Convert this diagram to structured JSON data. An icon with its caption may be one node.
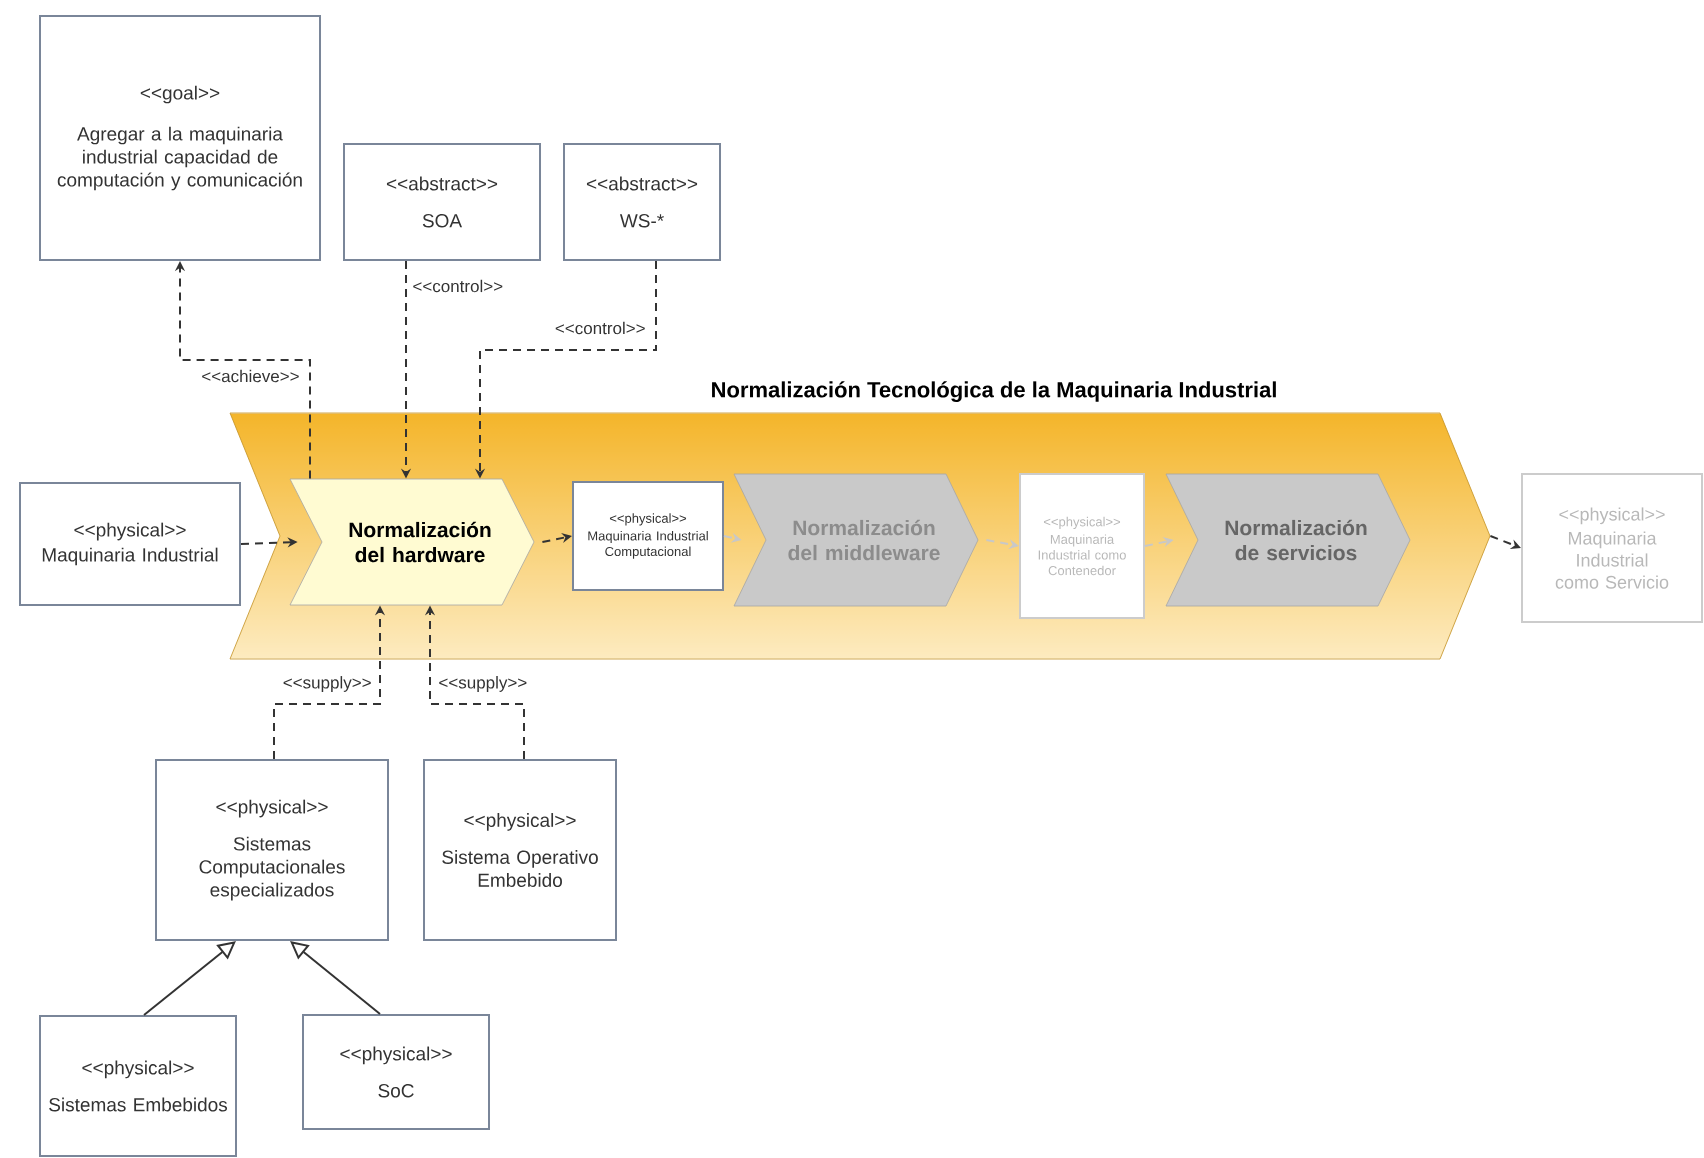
{
  "diagram": {
    "nodes": [
      {
        "text": [
          "<<goal>>",
          "Agregar a la maquinaria industrial capacidad de computación y comunicación"
        ]
      },
      {
        "text": [
          "<<abstract>>",
          "SOA"
        ]
      },
      {
        "text": [
          "<<abstract>>",
          "WS-*"
        ]
      },
      {
        "text": [
          "Normalización Tecnológica de la Maquinaria Industrial"
        ]
      },
      {
        "text": [
          "<<physical>>",
          "Maquinaria Industrial"
        ]
      },
      {
        "text": [
          "Normalización del hardware"
        ],
        "in": 3
      },
      {
        "text": [
          "<<physical>>",
          "Maquinaria Industrial Computacional"
        ],
        "in": 3
      },
      {
        "text": [
          "Normalización del middleware"
        ],
        "in": 3
      },
      {
        "text": [
          "<<physical>>",
          "Maquinaria Industrial como Contenedor"
        ],
        "in": 3
      },
      {
        "text": [
          "Normalización de servicios"
        ],
        "in": 3
      },
      {
        "text": [
          "<<physical>>",
          "Maquinaria Industrial como Servicio"
        ]
      },
      {
        "text": [
          "<<physical>>",
          "Sistemas Computacionales especializados"
        ]
      },
      {
        "text": [
          "<<physical>>",
          "Sistema Operativo Embebido"
        ]
      },
      {
        "text": [
          "<<physical>>",
          "Sistemas Embebidos"
        ]
      },
      {
        "text": [
          "<<physical>>",
          "SoC"
        ]
      }
    ],
    "edges": [
      {
        "from": 5,
        "to": 0,
        "arrow": "to",
        "label": "<<achieve>>",
        "style": "dashed"
      },
      {
        "from": 1,
        "to": 5,
        "arrow": "to",
        "label": "<<control>>",
        "style": "dashed"
      },
      {
        "from": 2,
        "to": 5,
        "arrow": "to",
        "label": "<<control>>",
        "style": "dashed"
      },
      {
        "from": 4,
        "to": 5,
        "arrow": "to",
        "style": "dashed"
      },
      {
        "from": 5,
        "to": 6,
        "arrow": "to",
        "style": "dashed"
      },
      {
        "from": 6,
        "to": 7,
        "arrow": "to",
        "style": "dashed",
        "color": "#c8c8c8"
      },
      {
        "from": 7,
        "to": 8,
        "arrow": "to",
        "style": "dashed",
        "color": "#c8c8c8"
      },
      {
        "from": 8,
        "to": 9,
        "arrow": "to",
        "style": "dashed",
        "color": "#c8c8c8"
      },
      {
        "from": 3,
        "to": 10,
        "arrow": "to",
        "style": "dashed"
      },
      {
        "from": 11,
        "to": 5,
        "arrow": "to",
        "label": "<<supply>>",
        "style": "dashed"
      },
      {
        "from": 12,
        "to": 5,
        "arrow": "to",
        "label": "<<supply>>",
        "style": "dashed"
      },
      {
        "from": 13,
        "to": 11,
        "arrow": "to"
      },
      {
        "from": 14,
        "to": 11,
        "arrow": "to"
      }
    ]
  }
}
